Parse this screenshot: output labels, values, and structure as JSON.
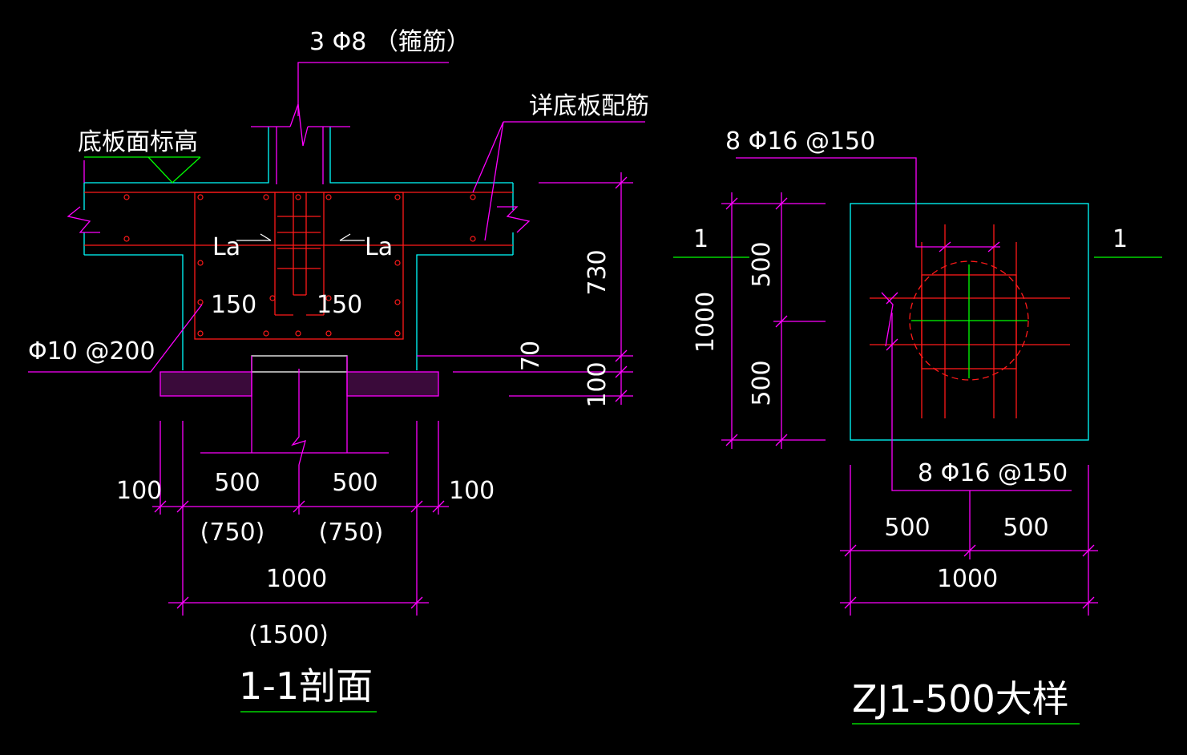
{
  "section_1_1": {
    "stirrup_label": "3 Φ8 （箍筋）",
    "slab_top_elev_label": "底板面标高",
    "slab_rebar_label": "详底板配筋",
    "anchor_left": "La",
    "anchor_right": "La",
    "dim_150_left": "150",
    "dim_150_right": "150",
    "dist_rebar_label": "Φ10 @200",
    "dim_730": "730",
    "dim_70": "70",
    "dim_100_v": "100",
    "dim_100_left": "100",
    "dim_500_left": "500",
    "dim_500_right": "500",
    "dim_100_right": "100",
    "dim_750_left": "(750)",
    "dim_750_right": "(750)",
    "dim_1000": "1000",
    "dim_1500": "(1500)",
    "title": "1-1剖面"
  },
  "zj1_detail": {
    "rebar_top_label": "8 Φ16 @150",
    "rebar_bottom_label": "8 Φ16 @150",
    "section_mark_left": "1",
    "section_mark_right": "1",
    "dim_v_500_top": "500",
    "dim_v_500_bottom": "500",
    "dim_v_1000": "1000",
    "dim_h_500_left": "500",
    "dim_h_500_right": "500",
    "dim_h_1000": "1000",
    "title": "ZJ1-500大样"
  },
  "colors": {
    "background": "#000000",
    "dimension": "#ff00ff",
    "concrete_outline": "#00ffff",
    "rebar": "#ff1a1a",
    "elevation_mark": "#00ff00",
    "text": "#ffffff"
  }
}
